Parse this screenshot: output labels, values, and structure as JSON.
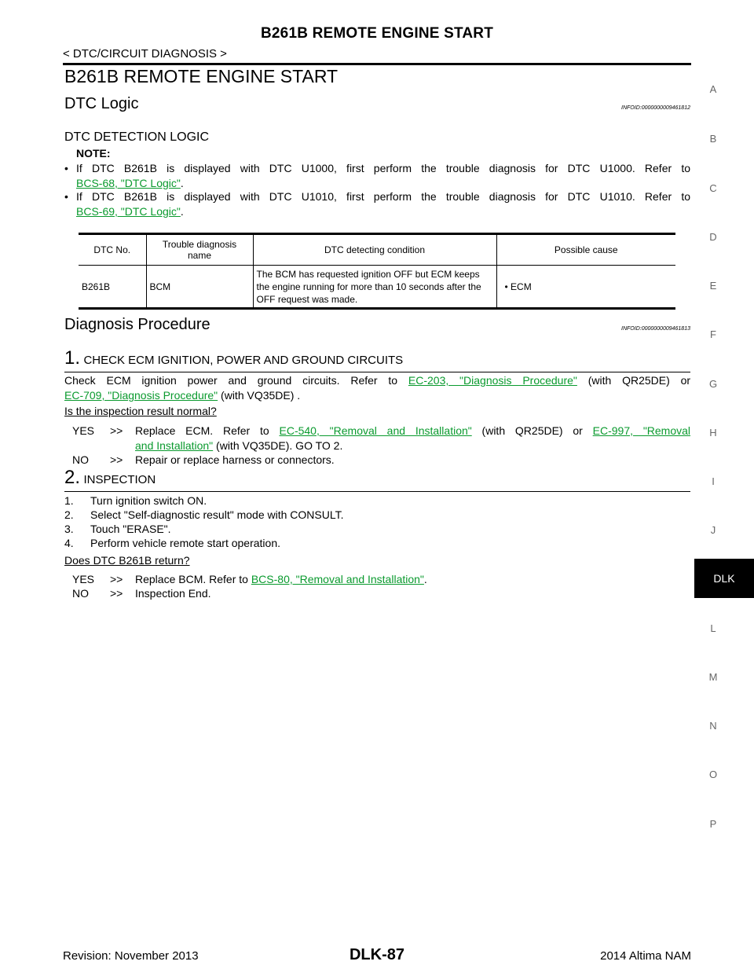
{
  "header": {
    "title": "B261B REMOTE ENGINE START",
    "subtitle": "< DTC/CIRCUIT DIAGNOSIS >"
  },
  "main_title": "B261B REMOTE ENGINE START",
  "dtc_logic": {
    "title": "DTC Logic",
    "info_id": "INFOID:0000000009461812",
    "subsection": "DTC DETECTION LOGIC",
    "note_label": "NOTE:",
    "notes": [
      {
        "bullet": "•",
        "text": "If DTC B261B is displayed with DTC U1000, first perform the trouble diagnosis for DTC U1000. Refer to",
        "link": "BCS-68, \"DTC Logic\"",
        "end": "."
      },
      {
        "bullet": "•",
        "text": "If DTC B261B is displayed with DTC U1010, first perform the trouble diagnosis for DTC U1010. Refer to",
        "link": "BCS-69, \"DTC Logic\"",
        "end": "."
      }
    ],
    "table": {
      "headers": [
        "DTC No.",
        "Trouble diagnosis name",
        "DTC detecting condition",
        "Possible cause"
      ],
      "row": {
        "dtc_no": "B261B",
        "name": "BCM",
        "condition": "The BCM has requested ignition OFF but ECM keeps the engine running for more than 10 seconds after the OFF request was made.",
        "cause": "• ECM"
      }
    }
  },
  "diagnosis": {
    "title": "Diagnosis Procedure",
    "info_id": "INFOID:0000000009461813",
    "step1": {
      "num": "1.",
      "title": "CHECK ECM IGNITION, POWER AND GROUND CIRCUITS",
      "para_a": "Check ECM ignition power and ground circuits. Refer to",
      "link_a": "EC-203, \"Diagnosis Procedure\"",
      "para_b": "(with QR25DE) or",
      "link_b": "EC-709, \"Diagnosis Procedure\"",
      "para_c": "(with VQ35DE) .",
      "question": "Is the inspection result normal?",
      "yes_key": "YES",
      "arrow": ">>",
      "yes_a": "Replace ECM. Refer to",
      "yes_link_a": "EC-540, \"Removal and Installation\"",
      "yes_b": "(with QR25DE) or",
      "yes_link_b1": "EC-997, \"Removal",
      "yes_link_b2": "and Installation\"",
      "yes_c": "(with VQ35DE). GO TO 2.",
      "no_key": "NO",
      "no_text": "Repair or replace harness or connectors."
    },
    "step2": {
      "num": "2.",
      "title": "INSPECTION",
      "items": [
        {
          "n": "1.",
          "text": "Turn ignition switch ON."
        },
        {
          "n": "2.",
          "text": "Select \"Self-diagnostic result\" mode with CONSULT."
        },
        {
          "n": "3.",
          "text": "Touch \"ERASE\"."
        },
        {
          "n": "4.",
          "text": "Perform vehicle remote start operation."
        }
      ],
      "question": "Does DTC B261B return?",
      "yes_key": "YES",
      "arrow": ">>",
      "yes_a": "Replace BCM. Refer to",
      "yes_link": "BCS-80, \"Removal and Installation\"",
      "yes_end": ".",
      "no_key": "NO",
      "no_text": "Inspection End."
    }
  },
  "side_index": {
    "letters": [
      "A",
      "B",
      "C",
      "D",
      "E",
      "F",
      "G",
      "H",
      "I",
      "J",
      "L",
      "M",
      "N",
      "O",
      "P"
    ],
    "active": "DLK"
  },
  "footer": {
    "revision": "Revision: November 2013",
    "page": "DLK-87",
    "model": "2014 Altima NAM"
  }
}
